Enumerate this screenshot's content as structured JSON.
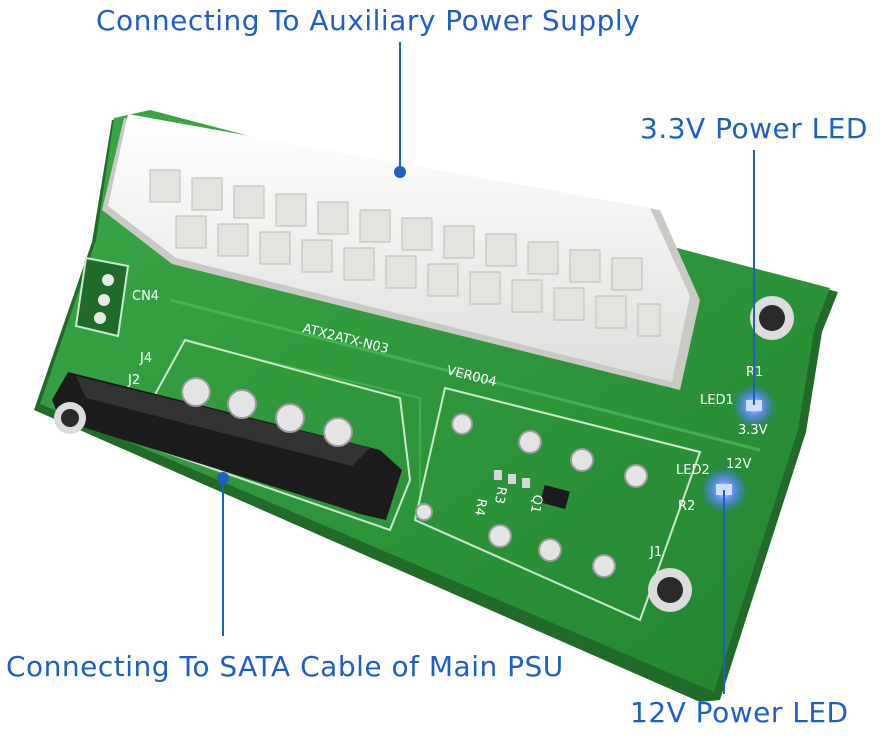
{
  "callouts": {
    "aux_supply": "Connecting To Auxiliary Power Supply",
    "led_33v": "3.3V Power LED",
    "sata_cable": "Connecting To SATA Cable of Main PSU",
    "led_12v": "12V Power LED"
  },
  "silkscreen": {
    "model": "ATX2ATX-N03",
    "version": "VER004",
    "cn4": "CN4",
    "j4": "J4",
    "j2": "J2",
    "j1": "J1",
    "led1": "LED1",
    "led2": "LED2",
    "r1": "R1",
    "r2": "R2",
    "v33": "3.3V",
    "v12": "12V",
    "r4": "R4",
    "r3": "R3",
    "q1": "Q1"
  },
  "colors": {
    "callout": "#1f5fc4",
    "pcb": "#2f9a3c",
    "connector": "#f4f4f2",
    "led_glow": "#3a6cff"
  }
}
